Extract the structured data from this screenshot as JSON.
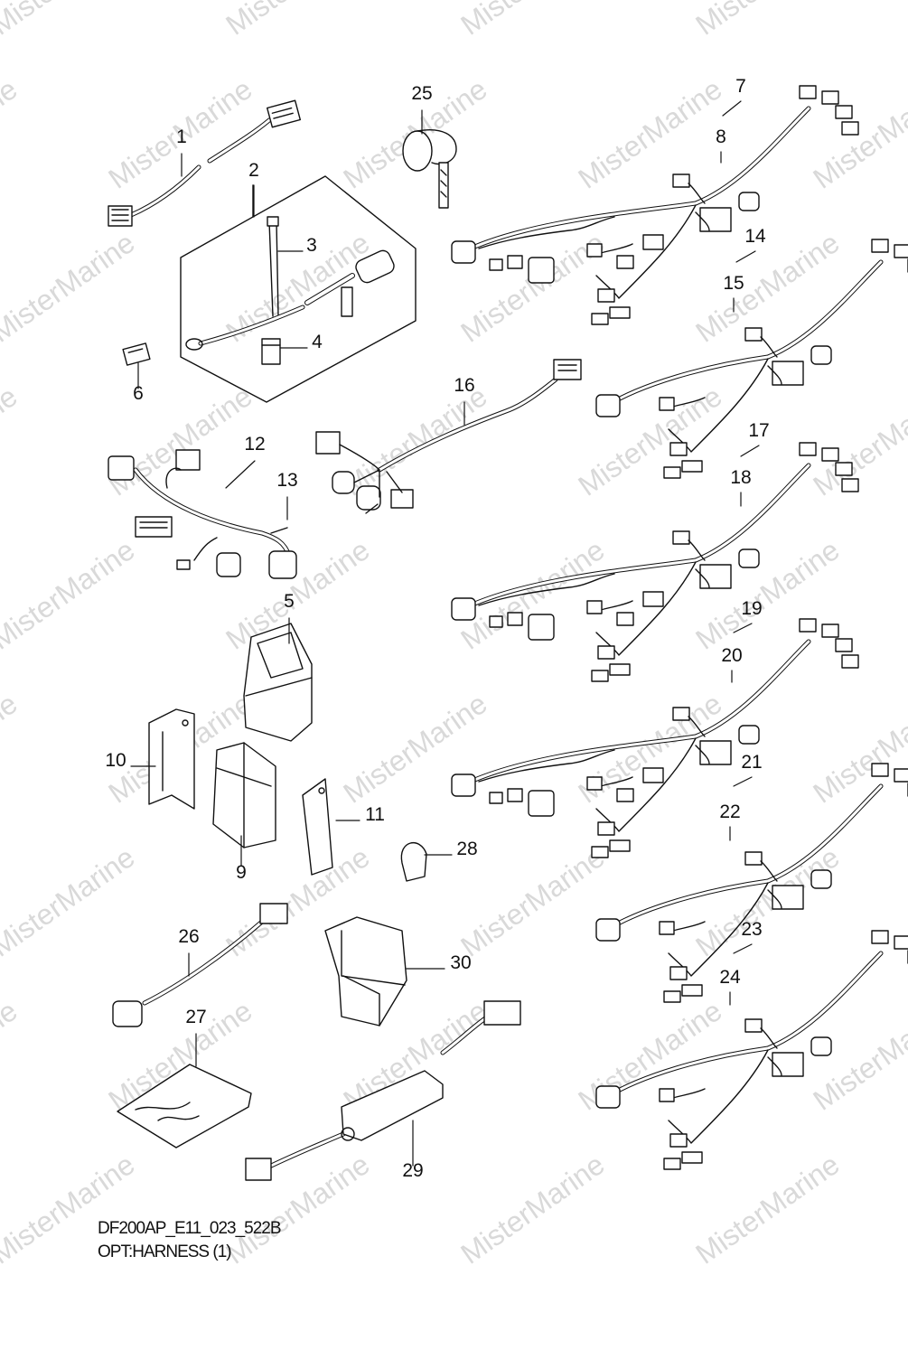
{
  "watermark": {
    "text": "MisterMarine",
    "color": "#d9d9d9"
  },
  "caption": {
    "code": "DF200AP_E11_023_522B",
    "title": "OPT:HARNESS (1)"
  },
  "callouts": [
    "1",
    "2",
    "3",
    "4",
    "5",
    "6",
    "7",
    "8",
    "9",
    "10",
    "11",
    "12",
    "13",
    "14",
    "15",
    "16",
    "17",
    "18",
    "19",
    "20",
    "21",
    "22",
    "23",
    "24",
    "25",
    "26",
    "27",
    "28",
    "29",
    "30"
  ]
}
